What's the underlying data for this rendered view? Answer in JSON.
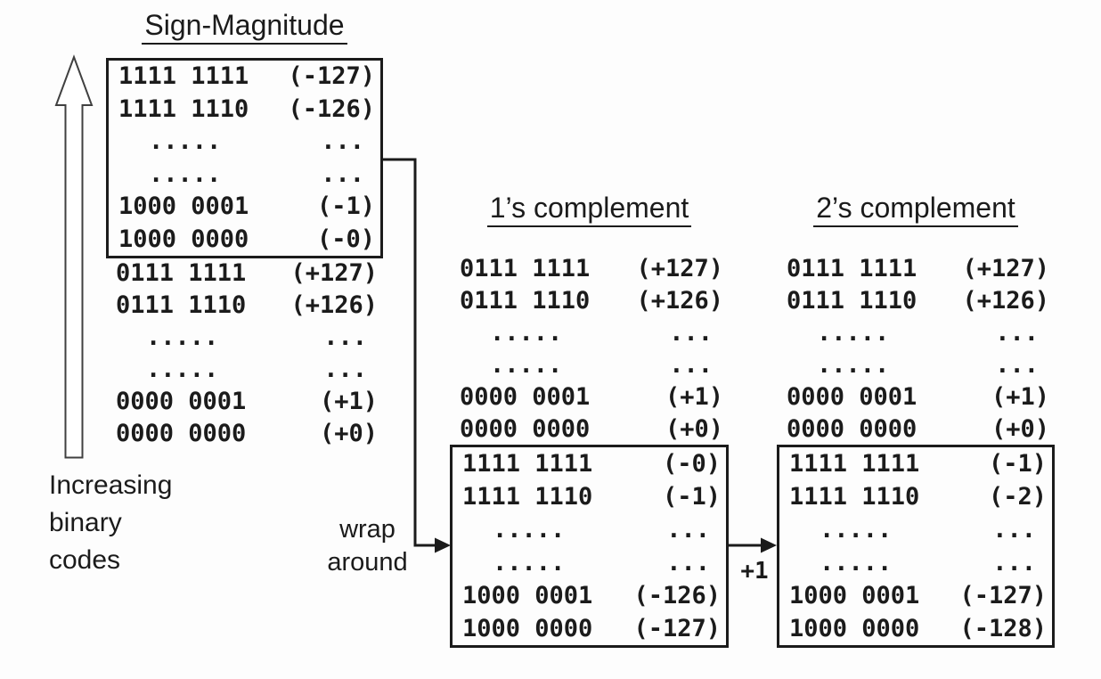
{
  "colors": {
    "background": "#fdfdfd",
    "ink": "#1b1b1b"
  },
  "side_label": {
    "lines": [
      "Increasing",
      "binary",
      "codes"
    ]
  },
  "connectors": {
    "wrap_label": [
      "wrap",
      "around"
    ],
    "plus_one": "+1"
  },
  "columns": [
    {
      "id": "sign-magnitude",
      "title": "Sign-Magnitude",
      "box_rows": [
        {
          "code": "1111 1111",
          "value": "(-127)"
        },
        {
          "code": "1111 1110",
          "value": "(-126)"
        },
        {
          "code": ".....",
          "value": "..."
        },
        {
          "code": ".....",
          "value": "..."
        },
        {
          "code": "1000 0001",
          "value": "(-1)"
        },
        {
          "code": "1000 0000",
          "value": "(-0)"
        }
      ],
      "plain_rows": [
        {
          "code": "0111 1111",
          "value": "(+127)"
        },
        {
          "code": "0111 1110",
          "value": "(+126)"
        },
        {
          "code": ".....",
          "value": "..."
        },
        {
          "code": ".....",
          "value": "..."
        },
        {
          "code": "0000 0001",
          "value": "(+1)"
        },
        {
          "code": "0000 0000",
          "value": "(+0)"
        }
      ]
    },
    {
      "id": "ones-complement",
      "title": "1’s complement",
      "plain_rows": [
        {
          "code": "0111 1111",
          "value": "(+127)"
        },
        {
          "code": "0111 1110",
          "value": "(+126)"
        },
        {
          "code": ".....",
          "value": "..."
        },
        {
          "code": ".....",
          "value": "..."
        },
        {
          "code": "0000 0001",
          "value": "(+1)"
        },
        {
          "code": "0000 0000",
          "value": "(+0)"
        }
      ],
      "box_rows": [
        {
          "code": "1111 1111",
          "value": "(-0)"
        },
        {
          "code": "1111 1110",
          "value": "(-1)"
        },
        {
          "code": ".....",
          "value": "..."
        },
        {
          "code": ".....",
          "value": "..."
        },
        {
          "code": "1000 0001",
          "value": "(-126)"
        },
        {
          "code": "1000 0000",
          "value": "(-127)"
        }
      ]
    },
    {
      "id": "twos-complement",
      "title": "2’s complement",
      "plain_rows": [
        {
          "code": "0111 1111",
          "value": "(+127)"
        },
        {
          "code": "0111 1110",
          "value": "(+126)"
        },
        {
          "code": ".....",
          "value": "..."
        },
        {
          "code": ".....",
          "value": "..."
        },
        {
          "code": "0000 0001",
          "value": "(+1)"
        },
        {
          "code": "0000 0000",
          "value": "(+0)"
        }
      ],
      "box_rows": [
        {
          "code": "1111 1111",
          "value": "(-1)"
        },
        {
          "code": "1111 1110",
          "value": "(-2)"
        },
        {
          "code": ".....",
          "value": "..."
        },
        {
          "code": ".....",
          "value": "..."
        },
        {
          "code": "1000 0001",
          "value": "(-127)"
        },
        {
          "code": "1000 0000",
          "value": "(-128)"
        }
      ]
    }
  ]
}
